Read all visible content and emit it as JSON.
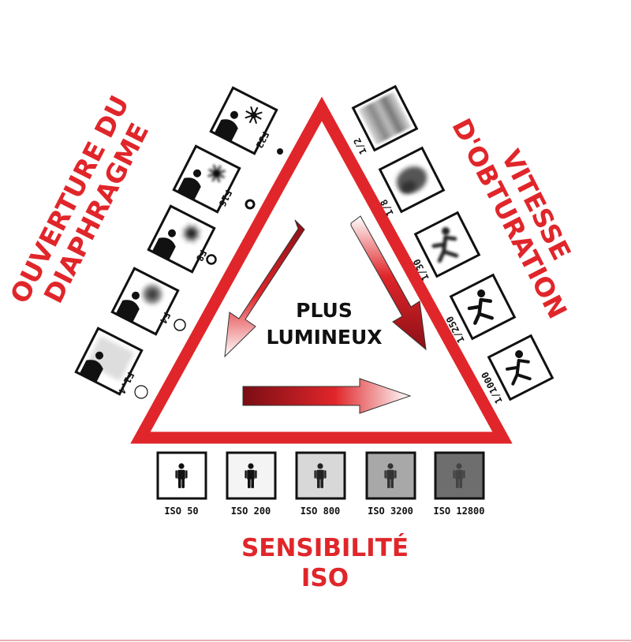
{
  "center": {
    "line1": "PLUS",
    "line2": "LUMINEUX"
  },
  "aperture": {
    "title_line1": "OUVERTURE DU",
    "title_line2": "DIAPHRAGME",
    "steps": [
      "F32",
      "F16",
      "F8",
      "F4",
      "F1.4"
    ]
  },
  "shutter": {
    "title_line1": "VITESSE",
    "title_line2": "D'OBTURATION",
    "steps": [
      "1/2",
      "1/8",
      "1/30",
      "1/250",
      "1/1000"
    ]
  },
  "iso": {
    "title_line1": "SENSIBILITÉ",
    "title_line2": "ISO",
    "steps": [
      "ISO 50",
      "ISO 200",
      "ISO 800",
      "ISO 3200",
      "ISO 12800"
    ]
  },
  "colors": {
    "accent": "#e0262a",
    "arrow_dark": "#8b0f16"
  }
}
